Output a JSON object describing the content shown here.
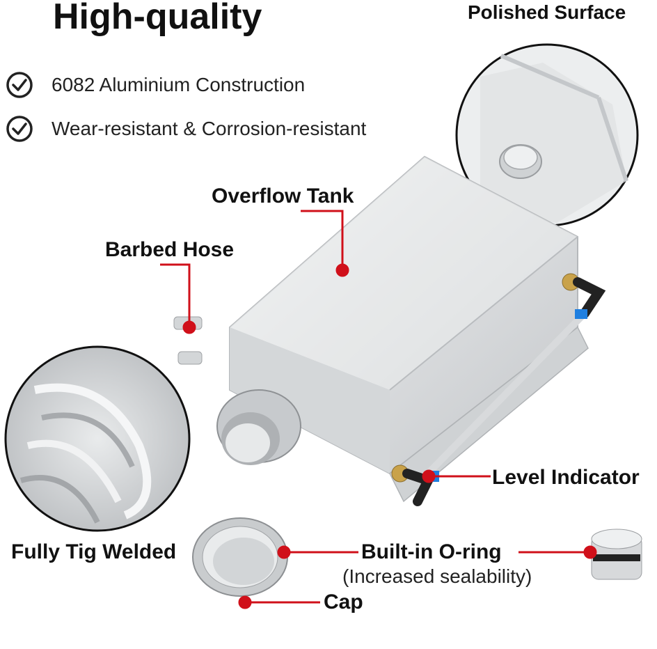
{
  "heading": "High-quality",
  "features": [
    {
      "icon": "check-circle-icon",
      "text": "6082 Aluminium Construction"
    },
    {
      "icon": "check-circle-icon",
      "text": "Wear-resistant & Corrosion-resistant"
    }
  ],
  "callouts": {
    "polished_surface": "Polished Surface",
    "overflow_tank": "Overflow Tank",
    "barbed_hose": "Barbed Hose",
    "level_indicator": "Level Indicator",
    "fully_tig_welded": "Fully Tig Welded",
    "built_in_oring": "Built-in O-ring",
    "built_in_oring_note": "(Increased sealability)",
    "cap": "Cap"
  },
  "colors": {
    "callout_line": "#d0101a",
    "aluminium": "#d9dbdd",
    "text": "#111111",
    "indicator_blue": "#1f7fe0"
  }
}
